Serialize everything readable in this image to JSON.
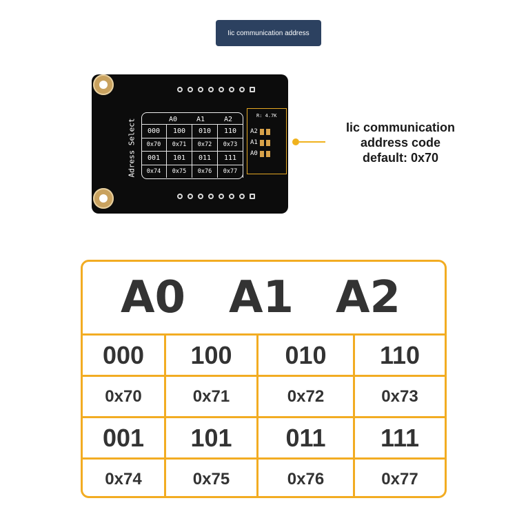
{
  "title_badge": "Iic communication address",
  "board": {
    "side_label": "Adress Select",
    "silk_header": [
      "A0",
      "A1",
      "A2"
    ],
    "silk_rows": [
      [
        "000",
        "100",
        "010",
        "110"
      ],
      [
        "0x70",
        "0x71",
        "0x72",
        "0x73"
      ],
      [
        "001",
        "101",
        "011",
        "111"
      ],
      [
        "0x74",
        "0x75",
        "0x76",
        "0x77"
      ]
    ],
    "resistor_label": "R: 4.7K",
    "jumpers": [
      "A2",
      "A1",
      "A0"
    ]
  },
  "callout": {
    "lines": [
      "Iic communication",
      "address code",
      "default: 0x70"
    ],
    "accent_color": "#f0b21d"
  },
  "table": {
    "headers": [
      "A0",
      "A1",
      "A2"
    ],
    "rows": [
      [
        "000",
        "100",
        "010",
        "110"
      ],
      [
        "0x70",
        "0x71",
        "0x72",
        "0x73"
      ],
      [
        "001",
        "101",
        "011",
        "111"
      ],
      [
        "0x74",
        "0x75",
        "0x76",
        "0x77"
      ]
    ],
    "border_color": "#f2ac22"
  }
}
